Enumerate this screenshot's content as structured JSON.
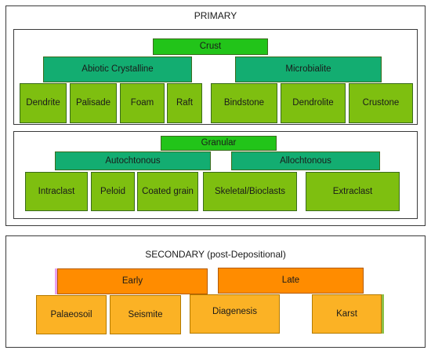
{
  "primary": {
    "heading": "PRIMARY",
    "crust_group": {
      "root": "Crust",
      "branches": [
        {
          "label": "Abiotic Crystalline",
          "leaves": [
            "Dendrite",
            "Palisade",
            "Foam",
            "Raft"
          ]
        },
        {
          "label": "Microbialite",
          "leaves": [
            "Bindstone",
            "Dendrolite",
            "Crustone"
          ]
        }
      ]
    },
    "granular_group": {
      "root": "Granular",
      "branches": [
        {
          "label": "Autochtonous",
          "leaves": [
            "Intraclast",
            "Peloid",
            "Coated grain"
          ]
        },
        {
          "label": "Allochtonous",
          "leaves": [
            "Skeletal/Bioclasts",
            "Extraclast"
          ]
        }
      ]
    }
  },
  "secondary": {
    "heading": "SECONDARY (post-Depositional)",
    "branches": [
      {
        "label": "Early",
        "leaves": [
          "Palaeosoil",
          "Seismite"
        ]
      },
      {
        "label": "Late",
        "leaves": [
          "Diagenesis",
          "Karst"
        ]
      }
    ]
  },
  "colors": {
    "root_green": "#22c419",
    "branch_teal": "#13ad71",
    "leaf_green": "#7ebf10",
    "branch_orange": "#ff8c00",
    "leaf_orange": "#fbb225"
  }
}
